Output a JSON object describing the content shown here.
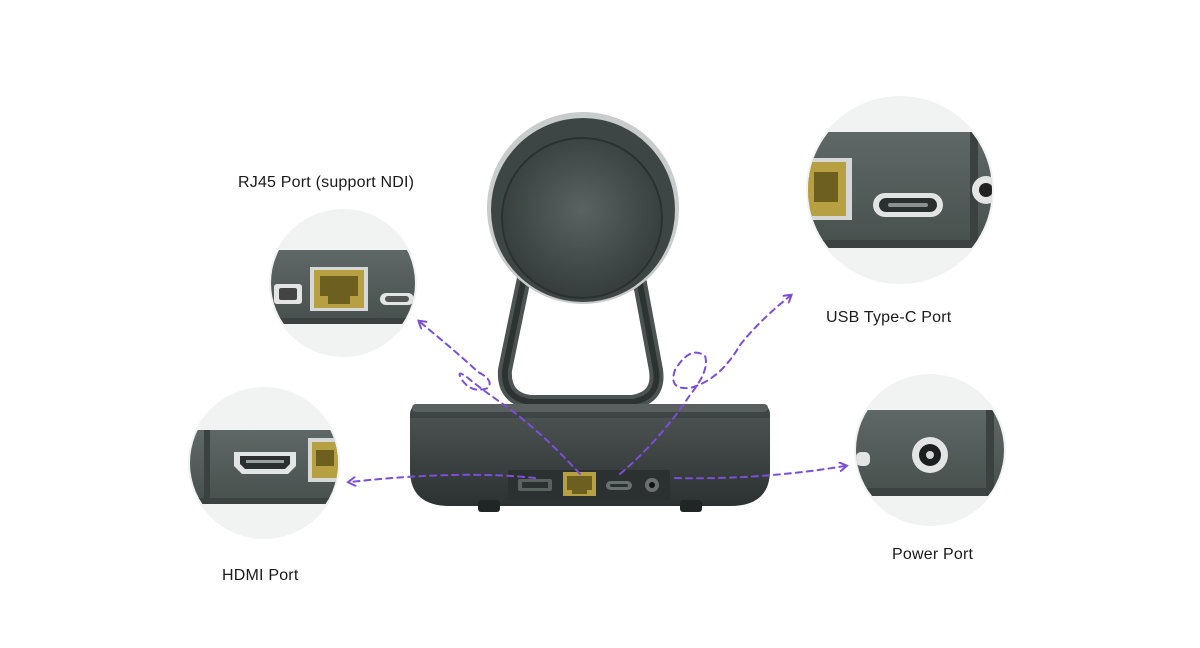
{
  "labels": {
    "rj45": "RJ45 Port (support NDI)",
    "usbc": "USB Type-C Port",
    "hdmi": "HDMI Port",
    "power": "Power Port"
  },
  "icons": {
    "camera": "ptz-camera-icon",
    "rj45": "rj45-port-icon",
    "usbc": "usb-c-port-icon",
    "hdmi": "hdmi-port-icon",
    "power": "dc-power-jack-icon"
  },
  "colors": {
    "arrow": "#7b4fd8",
    "camera_body": "#3a4040",
    "port_gold": "#b7a042",
    "bubble_bg": "#f1f2f2"
  }
}
